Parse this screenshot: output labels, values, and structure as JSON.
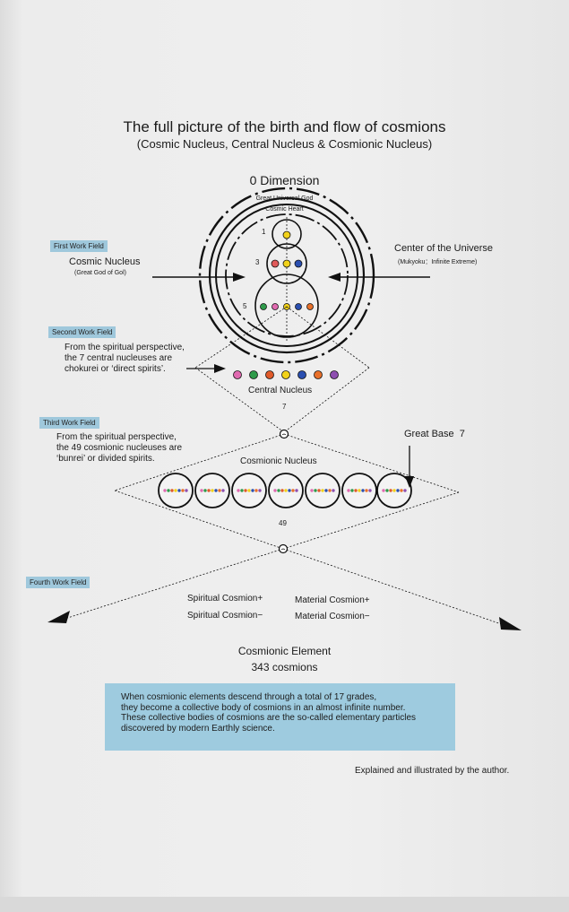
{
  "title": "The full picture of the birth and flow of cosmions",
  "subtitle": "(Cosmic Nucleus, Central Nucleus & Cosmionic Nucleus)",
  "dimension": "0 Dimension",
  "god_label": "Great Universal God",
  "heart_label": "Cosmic Heart",
  "rings": {
    "one": "1",
    "three": "3",
    "five": "5"
  },
  "first_field": {
    "tag": "First Work Field",
    "name": "Cosmic Nucleus",
    "sub": "(Great God of Gol)"
  },
  "center": {
    "name": "Center of the Universe",
    "sub": "(Mukyoku：Infinite Extreme)"
  },
  "second_field": {
    "tag": "Second Work Field",
    "lines": [
      "From the spiritual perspective,",
      "the 7 central nucleuses are",
      "chokurei or ‘direct spirits’."
    ]
  },
  "central": {
    "label": "Central Nucleus",
    "count": "7"
  },
  "third_field": {
    "tag": "Third Work Field",
    "lines": [
      "From the spiritual perspective,",
      "the 49 cosmionic nucleuses are",
      "‘bunrei’ or divided spirits."
    ]
  },
  "great_base": "Great Base",
  "great_base_num": "7",
  "cosmionic": {
    "label": "Cosmionic Nucleus",
    "count": "49"
  },
  "fourth_field": {
    "tag": "Fourth Work Field"
  },
  "cosmions": {
    "spiritual_plus": "Spiritual Cosmion+",
    "spiritual_minus": "Spiritual Cosmion−",
    "material_plus": "Material Cosmion+",
    "material_minus": "Material Cosmion−"
  },
  "element": {
    "label": "Cosmionic Element",
    "count": "343 cosmions"
  },
  "info": [
    "When cosmionic elements descend through a total of 17 grades,",
    "they become a collective body of cosmions in an almost infinite number.",
    "These collective bodies of cosmions are the so-called elementary particles",
    "discovered by modern Earthly science."
  ],
  "credit": "Explained and illustrated by the author.",
  "colors": {
    "tag_bg": "#9fc8dc",
    "info_bg": "#9ecbdf",
    "dots": [
      "#e06ab0",
      "#2e9a4a",
      "#e05a2a",
      "#f2d21a",
      "#2a4fb0",
      "#e8702a",
      "#8e4fb0"
    ]
  }
}
